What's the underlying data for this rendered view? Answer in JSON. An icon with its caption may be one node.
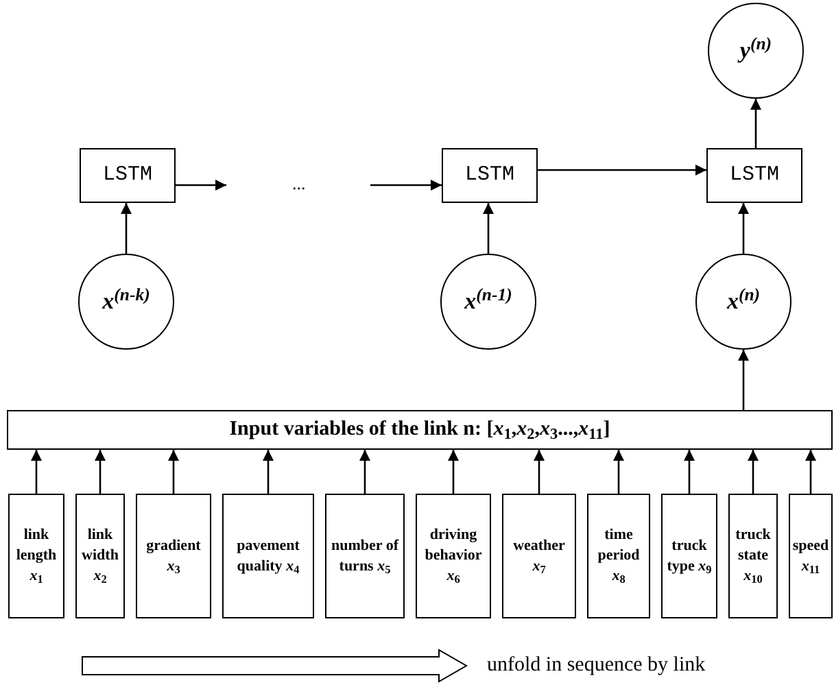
{
  "diagram": {
    "nodes": [
      {
        "text": [
          "LSTM"
        ]
      },
      {
        "text": [
          "LSTM"
        ]
      },
      {
        "text": [
          "LSTM"
        ]
      },
      {
        "text": [
          "y$^{(n)}$"
        ]
      },
      {
        "text": [
          "x$^{(n-k)}$"
        ]
      },
      {
        "text": [
          "x$^{(n-1)}$"
        ]
      },
      {
        "text": [
          "x$^{(n)}$"
        ]
      },
      {
        "text": [
          "Input variables of the link n: [*x*$_{1}$,*x*$_{2}$,*x*$_{3}$...,*x*$_{11}$]"
        ]
      },
      {
        "text": [
          "link length *x*$_{1}$"
        ]
      },
      {
        "text": [
          "link width *x*$_{2}$"
        ]
      },
      {
        "text": [
          "gradient *x*$_{3}$"
        ]
      },
      {
        "text": [
          "pavement quality *x*$_{4}$"
        ]
      },
      {
        "text": [
          "number of turns *x*$_{5}$"
        ]
      },
      {
        "text": [
          "driving behavior *x*$_{6}$"
        ]
      },
      {
        "text": [
          "weather *x*$_{7}$"
        ]
      },
      {
        "text": [
          "time period *x*$_{8}$"
        ]
      },
      {
        "text": [
          "truck type *x*$_{9}$"
        ]
      },
      {
        "text": [
          "truck state *x*$_{10}$"
        ]
      },
      {
        "text": [
          "speed *x*$_{11}$"
        ]
      }
    ],
    "edges": [
      {
        "from": 0,
        "to": null,
        "arrow": "to"
      },
      {
        "from": null,
        "to": 1,
        "arrow": "to"
      },
      {
        "from": 1,
        "to": 2,
        "arrow": "to"
      },
      {
        "from": 2,
        "to": 3,
        "arrow": "to"
      },
      {
        "from": 4,
        "to": 0,
        "arrow": "to"
      },
      {
        "from": 5,
        "to": 1,
        "arrow": "to"
      },
      {
        "from": 6,
        "to": 2,
        "arrow": "to"
      },
      {
        "from": 7,
        "to": 6,
        "arrow": "to"
      },
      {
        "from": 8,
        "to": 7,
        "arrow": "to"
      },
      {
        "from": 9,
        "to": 7,
        "arrow": "to"
      },
      {
        "from": 10,
        "to": 7,
        "arrow": "to"
      },
      {
        "from": 11,
        "to": 7,
        "arrow": "to"
      },
      {
        "from": 12,
        "to": 7,
        "arrow": "to"
      },
      {
        "from": 13,
        "to": 7,
        "arrow": "to"
      },
      {
        "from": 14,
        "to": 7,
        "arrow": "to"
      },
      {
        "from": 15,
        "to": 7,
        "arrow": "to"
      },
      {
        "from": 16,
        "to": 7,
        "arrow": "to"
      },
      {
        "from": 17,
        "to": 7,
        "arrow": "to"
      },
      {
        "from": 18,
        "to": 7,
        "arrow": "to"
      }
    ],
    "labels": [
      "...",
      "unfold in sequence by link"
    ]
  }
}
